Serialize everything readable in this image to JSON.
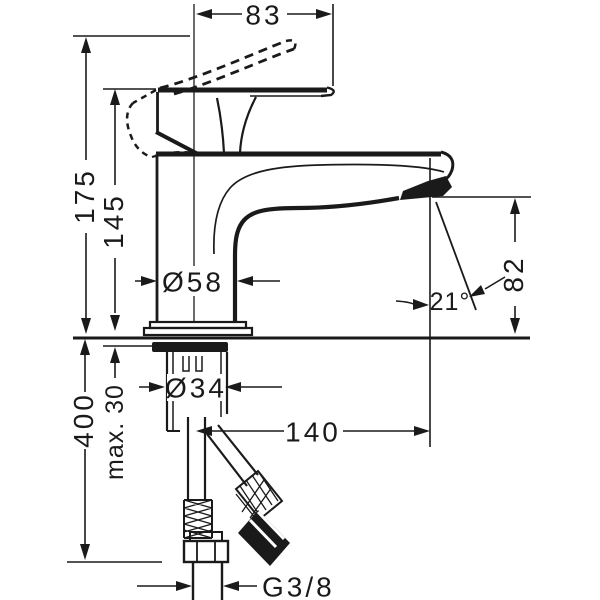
{
  "drawing": {
    "type": "technical-dimension-drawing",
    "subject": "single-hole basin mixer faucet, side view",
    "background": "#ffffff",
    "line_color": "#1a1a1a",
    "labels": {
      "handle_length": "83",
      "overall_height": "175",
      "handle_height": "145",
      "body_diameter": "Ø58",
      "outlet_height": "82",
      "outlet_angle": "21°",
      "hose_clearance": "400",
      "max_deck_thickness": "max. 30",
      "hole_diameter": "Ø34",
      "spout_reach": "140",
      "connection_thread": "G3/8"
    }
  }
}
